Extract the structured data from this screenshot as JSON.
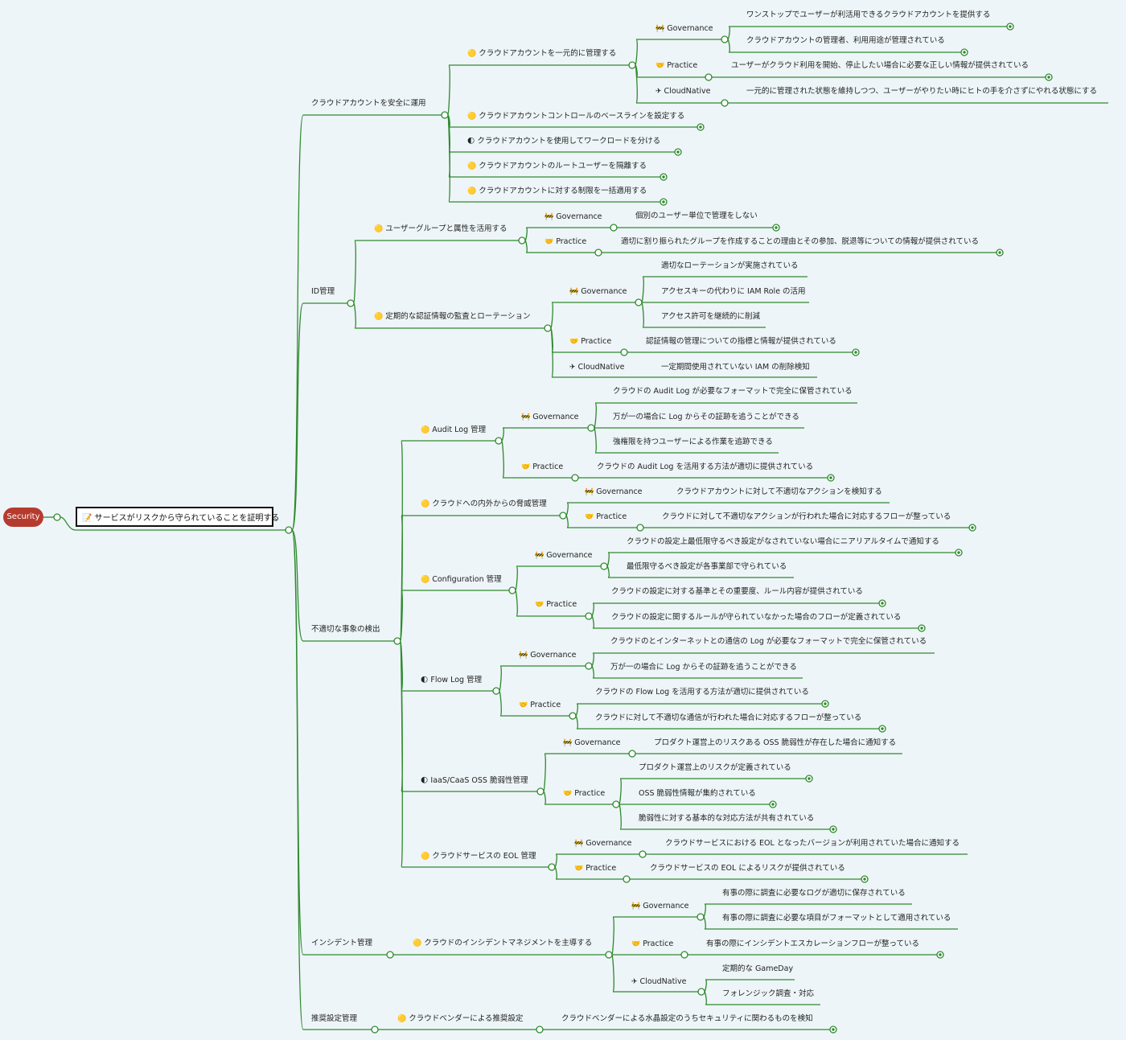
{
  "colors": {
    "edge": "#2e8b2e",
    "root_fill": "#b63b2f",
    "background": "#eef5f8"
  },
  "root": {
    "label": "Security"
  },
  "main": {
    "label": "サービスがリスクから守られていることを証明する",
    "icon": "memo-icon"
  },
  "nodes": [
    {
      "id": "c1",
      "text": "クラウドアカウントを安全に運用"
    },
    {
      "id": "c1a",
      "text": "クラウドアカウントを一元的に管理する",
      "icon": "yellow-circle"
    },
    {
      "id": "c1aG",
      "text": "Governance",
      "icon": "barrier"
    },
    {
      "id": "c1aG1",
      "text": "ワンストップでユーザーが利活用できるクラウドアカウントを提供する",
      "target": true
    },
    {
      "id": "c1aG2",
      "text": "クラウドアカウントの管理者、利用用途が管理されている",
      "target": true
    },
    {
      "id": "c1aP",
      "text": "Practice",
      "icon": "handshake"
    },
    {
      "id": "c1aP1",
      "text": "ユーザーがクラウド利用を開始、停止したい場合に必要な正しい情報が提供されている",
      "target": true
    },
    {
      "id": "c1aC",
      "text": "CloudNative",
      "icon": "plane"
    },
    {
      "id": "c1aC1",
      "text": "一元的に管理された状態を維持しつつ、ユーザーがやりたい時にヒトの手を介さずにやれる状態にする"
    },
    {
      "id": "c1b",
      "text": "クラウドアカウントコントロールのベースラインを設定する",
      "icon": "yellow-circle",
      "target": true
    },
    {
      "id": "c1c",
      "text": "クラウドアカウントを使用してワークロードを分ける",
      "icon": "half-circle",
      "target": true
    },
    {
      "id": "c1d",
      "text": "クラウドアカウントのルートユーザーを隔離する",
      "icon": "yellow-circle",
      "target": true
    },
    {
      "id": "c1e",
      "text": "クラウドアカウントに対する制限を一括適用する",
      "icon": "yellow-circle",
      "target": true
    },
    {
      "id": "c2",
      "text": "ID管理"
    },
    {
      "id": "c2a",
      "text": "ユーザーグループと属性を活用する",
      "icon": "yellow-circle"
    },
    {
      "id": "c2aG",
      "text": "Governance",
      "icon": "barrier"
    },
    {
      "id": "c2aG1",
      "text": "個別のユーザー単位で管理をしない",
      "target": true
    },
    {
      "id": "c2aP",
      "text": "Practice",
      "icon": "handshake"
    },
    {
      "id": "c2aP1",
      "text": "適切に割り振られたグループを作成することの理由とその参加、脱退等についての情報が提供されている",
      "target": true
    },
    {
      "id": "c2b",
      "text": "定期的な認証情報の監査とローテーション",
      "icon": "yellow-circle"
    },
    {
      "id": "c2bG",
      "text": "Governance",
      "icon": "barrier"
    },
    {
      "id": "c2bG1",
      "text": "適切なローテーションが実施されている"
    },
    {
      "id": "c2bG2",
      "text": "アクセスキーの代わりに IAM Role の活用"
    },
    {
      "id": "c2bG3",
      "text": "アクセス許可を継続的に削減"
    },
    {
      "id": "c2bP",
      "text": "Practice",
      "icon": "handshake"
    },
    {
      "id": "c2bP1",
      "text": "認証情報の管理についての指標と情報が提供されている",
      "target": true
    },
    {
      "id": "c2bC",
      "text": "CloudNative",
      "icon": "plane"
    },
    {
      "id": "c2bC1",
      "text": "一定期間使用されていない IAM の削除検知"
    },
    {
      "id": "c3",
      "text": "不適切な事象の検出"
    },
    {
      "id": "c3a",
      "text": "Audit Log 管理",
      "icon": "yellow-circle"
    },
    {
      "id": "c3aG",
      "text": "Governance",
      "icon": "barrier"
    },
    {
      "id": "c3aG1",
      "text": "クラウドの Audit Log が必要なフォーマットで完全に保管されている"
    },
    {
      "id": "c3aG2",
      "text": "万が一の場合に Log からその証跡を追うことができる"
    },
    {
      "id": "c3aG3",
      "text": "強権限を持つユーザーによる作業を追跡できる"
    },
    {
      "id": "c3aP",
      "text": "Practice",
      "icon": "handshake"
    },
    {
      "id": "c3aP1",
      "text": "クラウドの Audit Log を活用する方法が適切に提供されている",
      "target": true
    },
    {
      "id": "c3b",
      "text": "クラウドへの内外からの脅威管理",
      "icon": "yellow-circle"
    },
    {
      "id": "c3bG",
      "text": "Governance",
      "icon": "barrier"
    },
    {
      "id": "c3bG1",
      "text": "クラウドアカウントに対して不適切なアクションを検知する"
    },
    {
      "id": "c3bP",
      "text": "Practice",
      "icon": "handshake"
    },
    {
      "id": "c3bP1",
      "text": "クラウドに対して不適切なアクションが行われた場合に対応するフローが整っている",
      "target": true
    },
    {
      "id": "c3c",
      "text": "Configuration 管理",
      "icon": "yellow-circle"
    },
    {
      "id": "c3cG",
      "text": "Governance",
      "icon": "barrier"
    },
    {
      "id": "c3cG1",
      "text": "クラウドの設定上最低限守るべき設定がなされていない場合にニアリアルタイムで通知する",
      "target": true
    },
    {
      "id": "c3cG2",
      "text": "最低限守るべき設定が各事業部で守られている"
    },
    {
      "id": "c3cP",
      "text": "Practice",
      "icon": "handshake"
    },
    {
      "id": "c3cP1",
      "text": "クラウドの設定に対する基準とその重要度、ルール内容が提供されている",
      "target": true
    },
    {
      "id": "c3cP2",
      "text": "クラウドの設定に関するルールが守られていなかった場合のフローが定義されている",
      "target": true
    },
    {
      "id": "c3d",
      "text": "Flow Log 管理",
      "icon": "half-circle"
    },
    {
      "id": "c3dG",
      "text": "Governance",
      "icon": "barrier"
    },
    {
      "id": "c3dG1",
      "text": "クラウドのとインターネットとの通信の Log が必要なフォーマットで完全に保管されている"
    },
    {
      "id": "c3dG2",
      "text": "万が一の場合に Log からその証跡を追うことができる"
    },
    {
      "id": "c3dP",
      "text": "Practice",
      "icon": "handshake"
    },
    {
      "id": "c3dP1",
      "text": "クラウドの Flow Log を活用する方法が適切に提供されている",
      "target": true
    },
    {
      "id": "c3dP2",
      "text": "クラウドに対して不適切な通信が行われた場合に対応するフローが整っている",
      "target": true
    },
    {
      "id": "c3e",
      "text": "IaaS/CaaS OSS 脆弱性管理",
      "icon": "half-circle"
    },
    {
      "id": "c3eG",
      "text": "Governance",
      "icon": "barrier"
    },
    {
      "id": "c3eG1",
      "text": "プロダクト運営上のリスクある OSS 脆弱性が存在した場合に通知する"
    },
    {
      "id": "c3eP",
      "text": "Practice",
      "icon": "handshake"
    },
    {
      "id": "c3eP1",
      "text": "プロダクト運営上のリスクが定義されている",
      "target": true
    },
    {
      "id": "c3eP2",
      "text": "OSS 脆弱性情報が集約されている",
      "target": true
    },
    {
      "id": "c3eP3",
      "text": "脆弱性に対する基本的な対応方法が共有されている",
      "target": true
    },
    {
      "id": "c3f",
      "text": "クラウドサービスの EOL 管理",
      "icon": "yellow-circle"
    },
    {
      "id": "c3fG",
      "text": "Governance",
      "icon": "barrier"
    },
    {
      "id": "c3fG1",
      "text": "クラウドサービスにおける EOL となったバージョンが利用されていた場合に通知する"
    },
    {
      "id": "c3fP",
      "text": "Practice",
      "icon": "handshake"
    },
    {
      "id": "c3fP1",
      "text": "クラウドサービスの EOL によるリスクが提供されている",
      "target": true
    },
    {
      "id": "c4",
      "text": "インシデント管理"
    },
    {
      "id": "c4a",
      "text": "クラウドのインシデントマネジメントを主導する",
      "icon": "yellow-circle"
    },
    {
      "id": "c4aG",
      "text": "Governance",
      "icon": "barrier"
    },
    {
      "id": "c4aG1",
      "text": "有事の際に調査に必要なログが適切に保存されている"
    },
    {
      "id": "c4aG2",
      "text": "有事の際に調査に必要な項目がフォーマットとして適用されている"
    },
    {
      "id": "c4aP",
      "text": "Practice",
      "icon": "handshake"
    },
    {
      "id": "c4aP1",
      "text": "有事の際にインシデントエスカレーションフローが整っている",
      "target": true
    },
    {
      "id": "c4aC",
      "text": "CloudNative",
      "icon": "plane"
    },
    {
      "id": "c4aC1",
      "text": "定期的な GameDay"
    },
    {
      "id": "c4aC2",
      "text": "フォレンジック調査・対応"
    },
    {
      "id": "c5",
      "text": "推奨設定管理"
    },
    {
      "id": "c5a",
      "text": "クラウドベンダーによる推奨設定",
      "icon": "yellow-circle"
    },
    {
      "id": "c5a1",
      "text": "クラウドベンダーによる水晶設定のうちセキュリティに関わるものを検知",
      "target": true
    }
  ]
}
